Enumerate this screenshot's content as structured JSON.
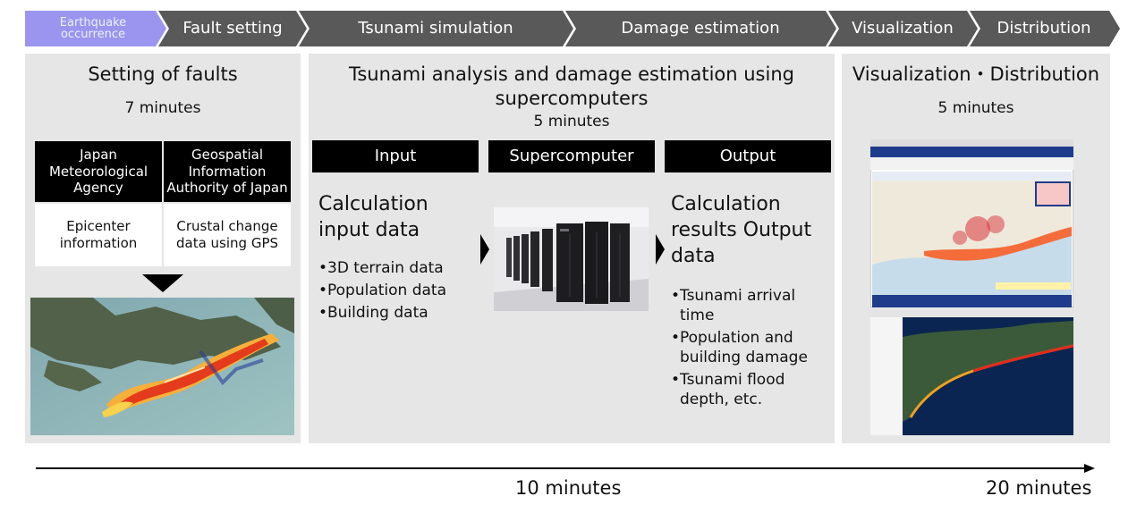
{
  "flow": {
    "steps": [
      "Earthquake occurrence",
      "Fault setting",
      "Tsunami simulation",
      "Damage estimation",
      "Visualization",
      "Distribution"
    ],
    "active_color": "#9b95f0",
    "inactive_color": "#595959"
  },
  "left_panel": {
    "title": "Setting of faults",
    "time": "7 minutes",
    "sources": [
      {
        "agency": "Japan Meteorological Agency",
        "data": "Epicenter information"
      },
      {
        "agency": "Geospatial Information Authority of Japan",
        "data": "Crustal change data using GPS"
      }
    ],
    "image": "fault-map-image"
  },
  "middle_panel": {
    "title": "Tsunami analysis and damage estimation using supercomputers",
    "time": "5 minutes",
    "columns": {
      "input": {
        "header": "Input",
        "heading": "Calculation input data",
        "items": [
          "3D terrain data",
          "Population data",
          "Building data"
        ]
      },
      "supercomputer": {
        "header": "Supercomputer",
        "image": "supercomputer-photo"
      },
      "output": {
        "header": "Output",
        "heading": "Calculation results Output data",
        "items": [
          "Tsunami arrival time",
          "Population and building damage",
          "Tsunami flood depth, etc."
        ]
      }
    }
  },
  "right_panel": {
    "title": "Visualization・Distribution",
    "time": "5 minutes",
    "images": [
      "web-map-screenshot",
      "google-earth-screenshot"
    ]
  },
  "timeline": {
    "labels": [
      "10 minutes",
      "20 minutes"
    ]
  }
}
